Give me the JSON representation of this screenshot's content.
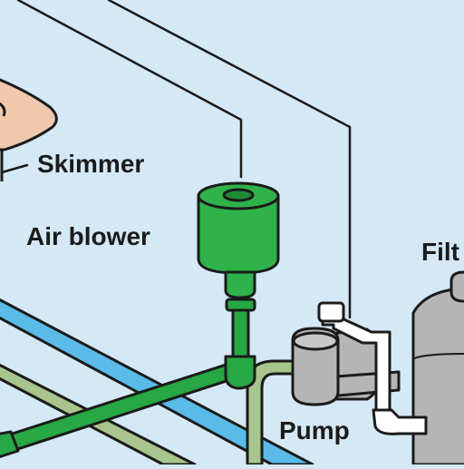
{
  "labels": {
    "skimmer": "Skimmer",
    "air_blower": "Air blower",
    "pump": "Pump",
    "filter": "Filt"
  },
  "colors": {
    "background": "#d4e8f5",
    "skimmer": "#f0c8ae",
    "blower_green": "#2fb24a",
    "blower_green_dark": "#1f8a35",
    "pipe_green": "#27a844",
    "pipe_sage": "#a7c58c",
    "pipe_blue": "#5bbbe8",
    "pump_gray": "#b5b5b5",
    "pvc_white": "#ffffff",
    "outline": "#1b1b1b"
  }
}
